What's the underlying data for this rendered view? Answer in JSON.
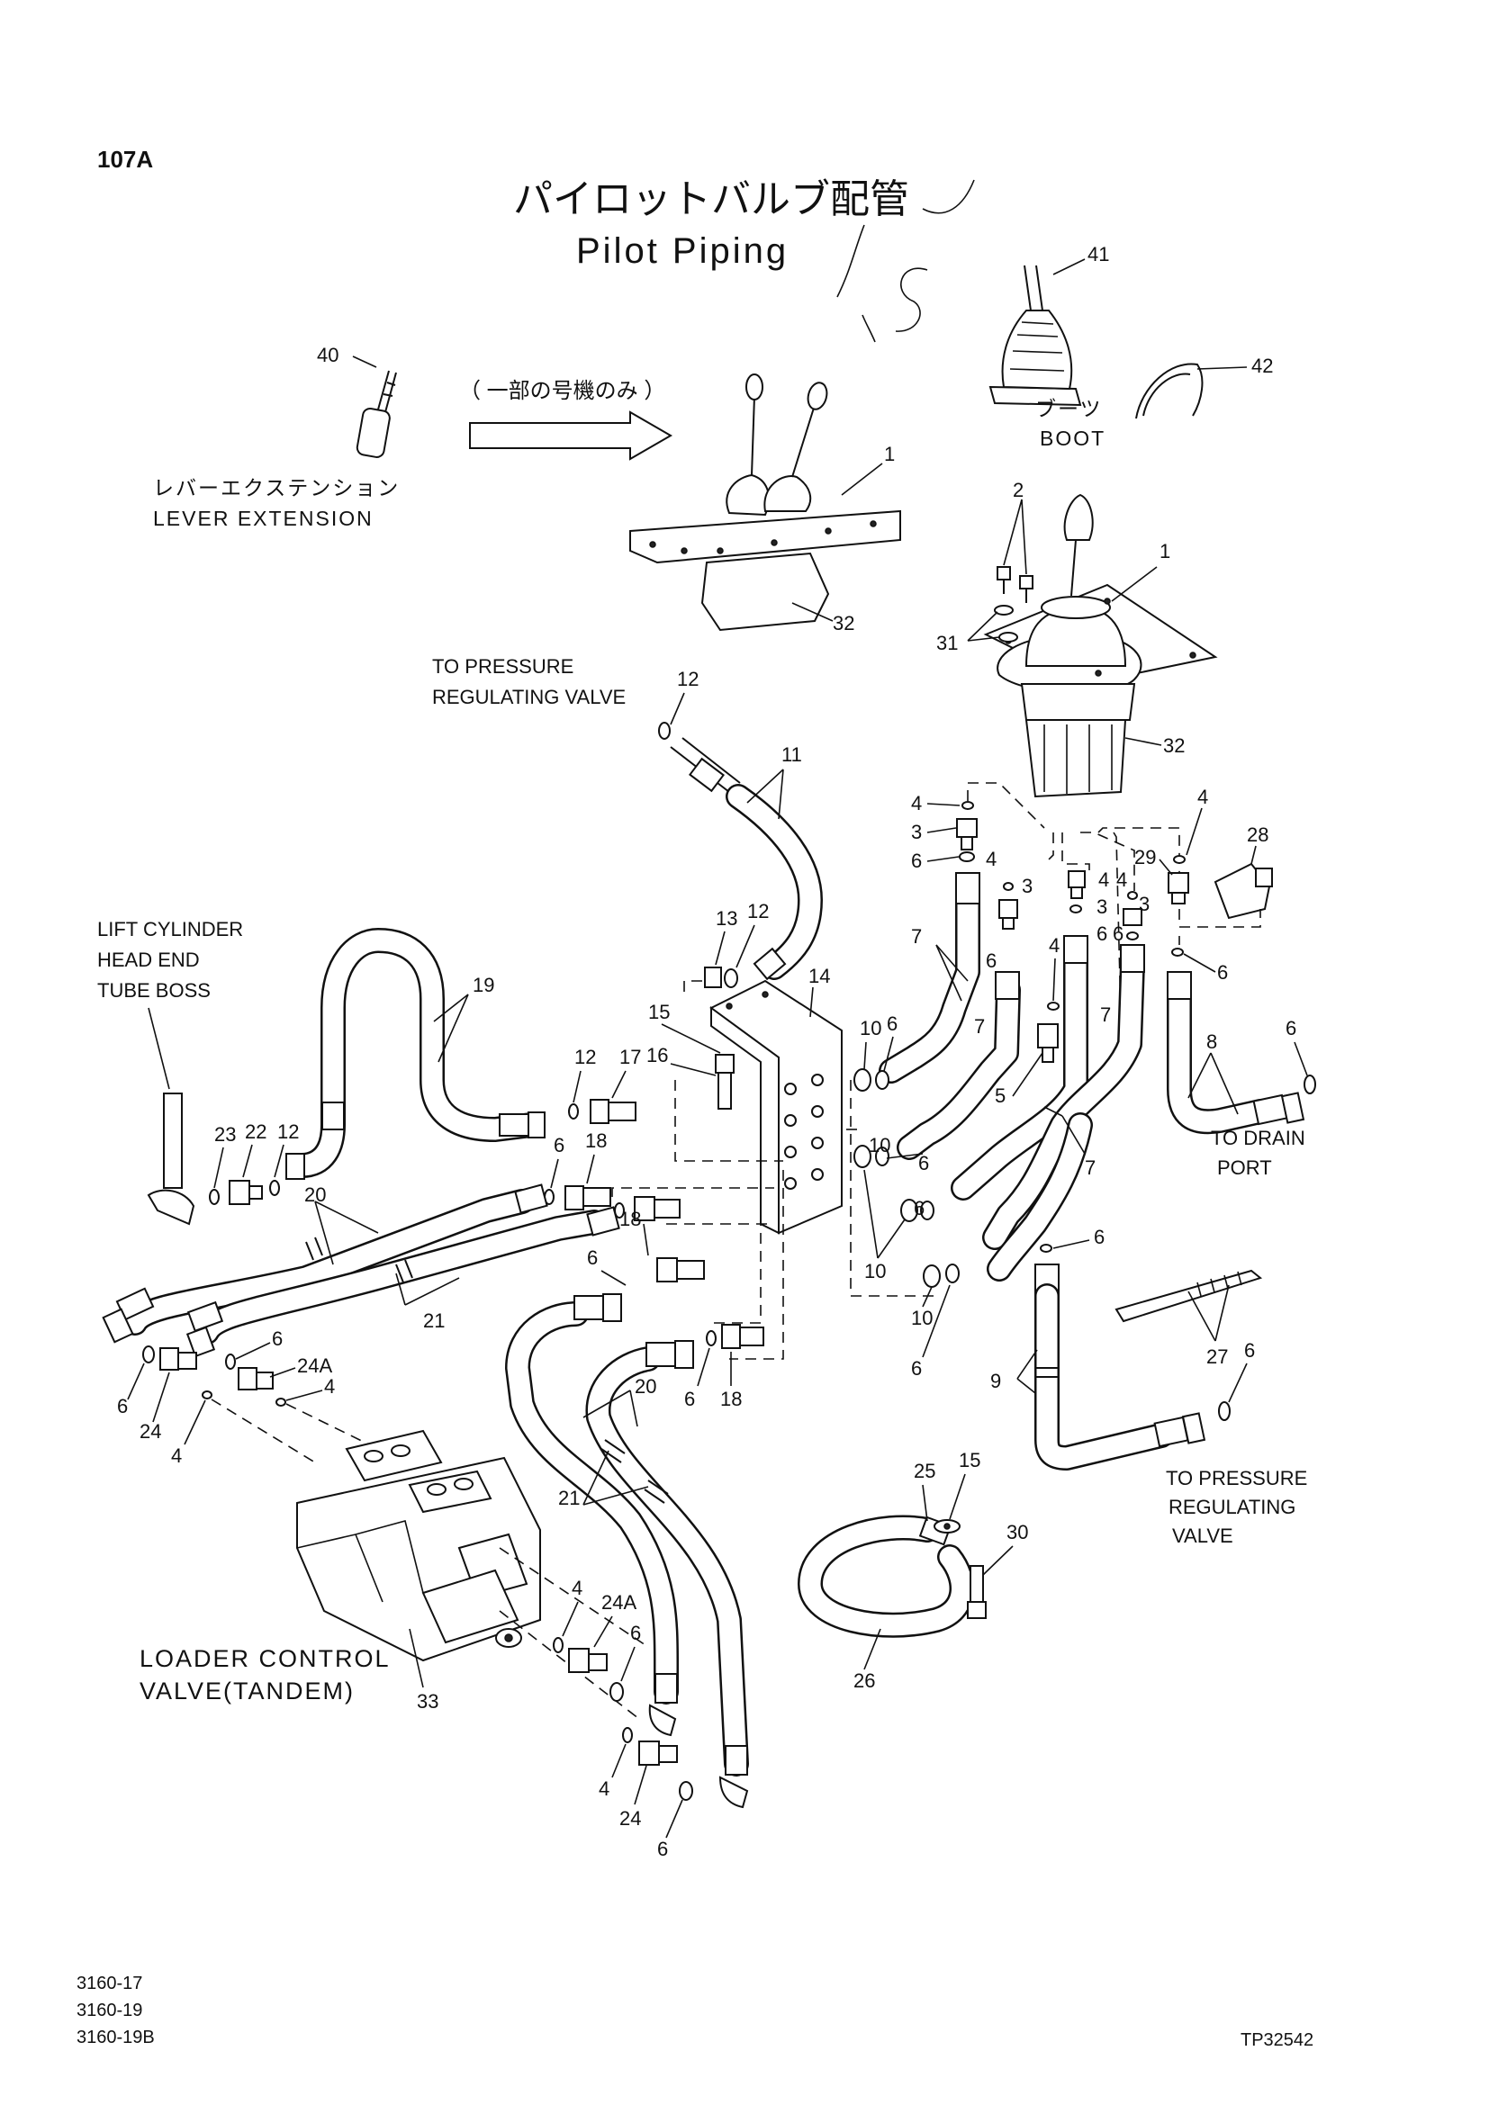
{
  "header": {
    "page_code": "107A",
    "title_jp": "パイロットバルブ配管",
    "title_en": "Pilot Piping"
  },
  "notes": {
    "partial_jp": "（ 一部の号機のみ ）",
    "lever_extension_jp": "レバーエクステンション",
    "lever_extension_en": "LEVER EXTENSION",
    "boot_jp": "ブーツ",
    "boot_en": "BOOT",
    "to_pressure_top_1": "TO PRESSURE",
    "to_pressure_top_2": "REGULATING VALVE",
    "lift_cyl_1": "LIFT CYLINDER",
    "lift_cyl_2": "HEAD END",
    "lift_cyl_3": "TUBE BOSS",
    "to_drain_1": "TO DRAIN",
    "to_drain_2": "PORT",
    "to_pressure_bottom_1": "TO PRESSURE",
    "to_pressure_bottom_2": "REGULATING",
    "to_pressure_bottom_3": "VALVE",
    "loader_1": "LOADER CONTROL",
    "loader_2": "VALVE(TANDEM)"
  },
  "callouts": {
    "c40": "40",
    "c41": "41",
    "c42": "42",
    "c1a": "1",
    "c32a": "32",
    "c2": "2",
    "c1b": "1",
    "c31": "31",
    "c32b": "32",
    "c12a": "12",
    "c11": "11",
    "c4a": "4",
    "c3a": "3",
    "c6a": "6",
    "c4b": "4",
    "c3b": "3",
    "c4c": "4",
    "c3c": "3",
    "c6c": "6",
    "c4d": "4",
    "c3d": "3",
    "c6d": "6",
    "c4e": "4",
    "c29": "29",
    "c28": "28",
    "c6e": "6",
    "c13": "13",
    "c12b": "12",
    "c14": "14",
    "c7a": "7",
    "c6f": "6",
    "c4f": "4",
    "c5": "5",
    "c7b": "7",
    "c7c": "7",
    "c19": "19",
    "c15a": "15",
    "c16": "16",
    "c10a": "10",
    "c6g": "6",
    "c12c": "12",
    "c17": "17",
    "c8": "8",
    "c6h": "6",
    "c23": "23",
    "c22": "22",
    "c12d": "12",
    "c6i": "6",
    "c18a": "18",
    "c10b": "10",
    "c6j": "6",
    "c7d": "7",
    "c20a": "20",
    "c18b": "18",
    "c6k": "6",
    "c10c": "10",
    "c6l": "6",
    "c21a": "21",
    "c6m": "6",
    "c24a": "24A",
    "c4g": "4",
    "c6n": "6",
    "c24": "24",
    "c4h": "4",
    "c10d": "10",
    "c6o": "6",
    "c27": "27",
    "c6p": "6",
    "c20b": "20",
    "c6q": "6",
    "c18c": "18",
    "c9": "9",
    "c21b": "21",
    "c25": "25",
    "c15b": "15",
    "c30": "30",
    "c26": "26",
    "c4i": "4",
    "c24b": "24A",
    "c6r": "6",
    "c33": "33",
    "c4j": "4",
    "c24c": "24",
    "c6s": "6"
  },
  "footer": {
    "model_1": "3160-17",
    "model_2": "3160-19",
    "model_3": "3160-19B",
    "drawing_no": "TP32542"
  }
}
